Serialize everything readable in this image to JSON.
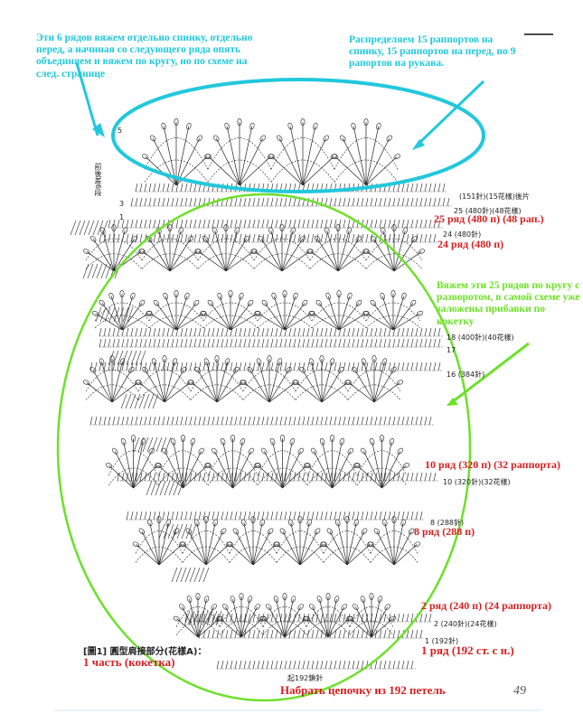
{
  "annotations": {
    "top_left": "Эти 6 рядов вяжем отдельно спинку, отдельно перед, а начиная со следующего ряда опять объединяем и вяжем по кругу, но по схеме на след. странице",
    "top_right": "Распределяем 15 раппортов на спинку, 15 раппортов на перед, по 9 рапортов на рукава.",
    "mid_right": "Вяжем эти 25 рядов по кругу с разворотом, в самой схеме уже заложены прибавки по кокетку",
    "row25": "25 ряд (480 п) (48 рап.)",
    "row24": "24 ряд (480 п)",
    "row10": "10 ряд (320 п) (32 раппорта)",
    "row8": "8 ряд (288 п)",
    "row2": "2 ряд (240 п) (24 раппорта)",
    "row1": "1 ряд (192 ст. с н.)",
    "part": "1 часть (кокетка)",
    "chain": "Набрать цепочку из 192 петель"
  },
  "chart_labels": {
    "r151": "(151針)(15花樣)後片",
    "r25": "25 (480針)(48花樣)",
    "r24": "24 (480針)",
    "r18": "18 (400針)(40花樣)",
    "r17": "17",
    "r16": "16 (384針)",
    "r10": "10 (320針)(32花樣)",
    "r8": "8 (288針)",
    "r2": "2 (240針)(24花樣)",
    "r1": "1 (192針)",
    "chain_jp": "起192鎖針",
    "fig_title": "[圖1] 圓型肩接部分(花樣A)：",
    "side_jp": "前後差6段",
    "left_5": "5",
    "left_3": "3",
    "left_1": "1",
    "page_number": "49"
  },
  "colors": {
    "cyan": "#22c8dc",
    "green": "#6ee02a",
    "red": "#d42020",
    "ink": "#222222"
  }
}
